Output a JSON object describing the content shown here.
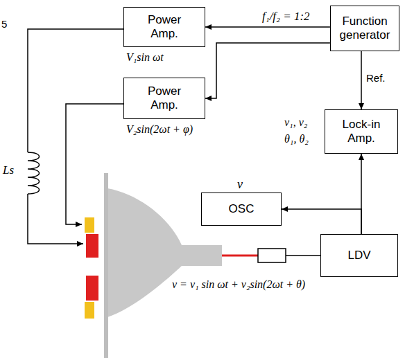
{
  "diagram": {
    "nodes": [
      {
        "text": [
          "Power Amp."
        ]
      },
      {
        "text": [
          "Function generator"
        ]
      },
      {
        "text": [
          "Power Amp."
        ]
      },
      {
        "text": [
          "Lock-in Amp."
        ]
      },
      {
        "text": [
          "OSC"
        ]
      },
      {
        "text": [
          "LDV"
        ]
      }
    ],
    "edges": [
      {
        "from": 1,
        "to": 0,
        "arrow": "to"
      },
      {
        "from": 1,
        "to": 2,
        "arrow": "to"
      },
      {
        "from": 1,
        "to": 3,
        "arrow": "to"
      },
      {
        "from": 5,
        "to": 3,
        "arrow": "to"
      },
      {
        "from": 5,
        "to": 4,
        "arrow": "to"
      }
    ],
    "labels": [
      "5",
      "f₁/f₂ = 1:2",
      "V₁sin ωt",
      "V₂sin(2ωt + φ)",
      "Ref.",
      "v₁, v₂",
      "θ₁, θ₂",
      "v",
      "Ls",
      "v = v₁ sin ωt + v₂sin(2ωt + θ)"
    ]
  }
}
